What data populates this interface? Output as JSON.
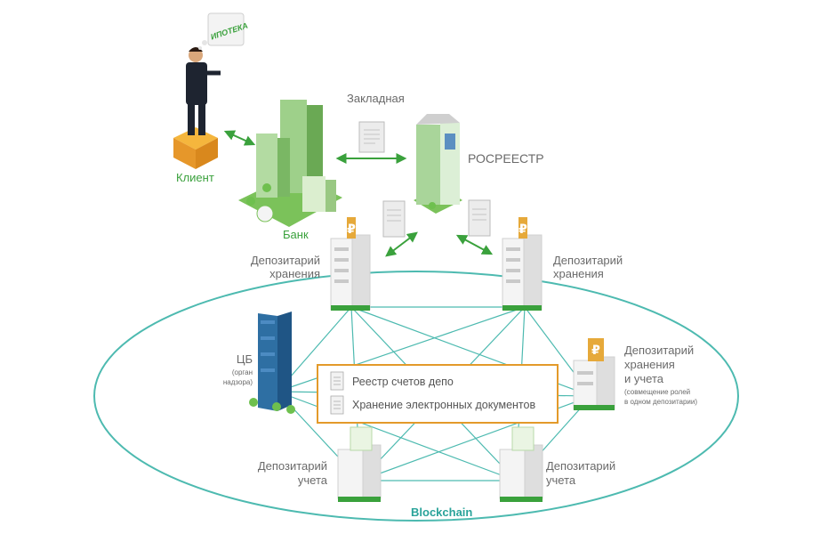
{
  "bubble_text": "ИПОТЕКА",
  "labels": {
    "client": "Клиент",
    "bank": "Банк",
    "mortgage_doc": "Закладная",
    "rosreestr": "РОСРЕЕСТР",
    "dep_storage_left_1": "Депозитарий",
    "dep_storage_left_2": "хранения",
    "dep_storage_right_1": "Депозитарий",
    "dep_storage_right_2": "хранения",
    "cb": "ЦБ",
    "cb_sub_1": "(орган",
    "cb_sub_2": "надзора)",
    "dep_combined_1": "Депозитарий",
    "dep_combined_2": "хранения",
    "dep_combined_3": "и учета",
    "dep_combined_sub_1": "(совмещение ролей",
    "dep_combined_sub_2": "в одном депозитарии)",
    "dep_acc_left_1": "Депозитарий",
    "dep_acc_left_2": "учета",
    "dep_acc_right_1": "Депозитарий",
    "dep_acc_right_2": "учета",
    "blockchain": "Blockchain"
  },
  "registry": {
    "row1": "Реестр счетов депо",
    "row2": "Хранение электронных документов"
  },
  "icons": {
    "currency": "ruble-sign",
    "info": "info-icon"
  },
  "colors": {
    "green": "#3aa13c",
    "teal": "#2aa39a",
    "orange": "#e6a93a",
    "registry_border": "#e39a2a",
    "network": "#4dbab0",
    "cb_blue": "#2e6fa3"
  }
}
